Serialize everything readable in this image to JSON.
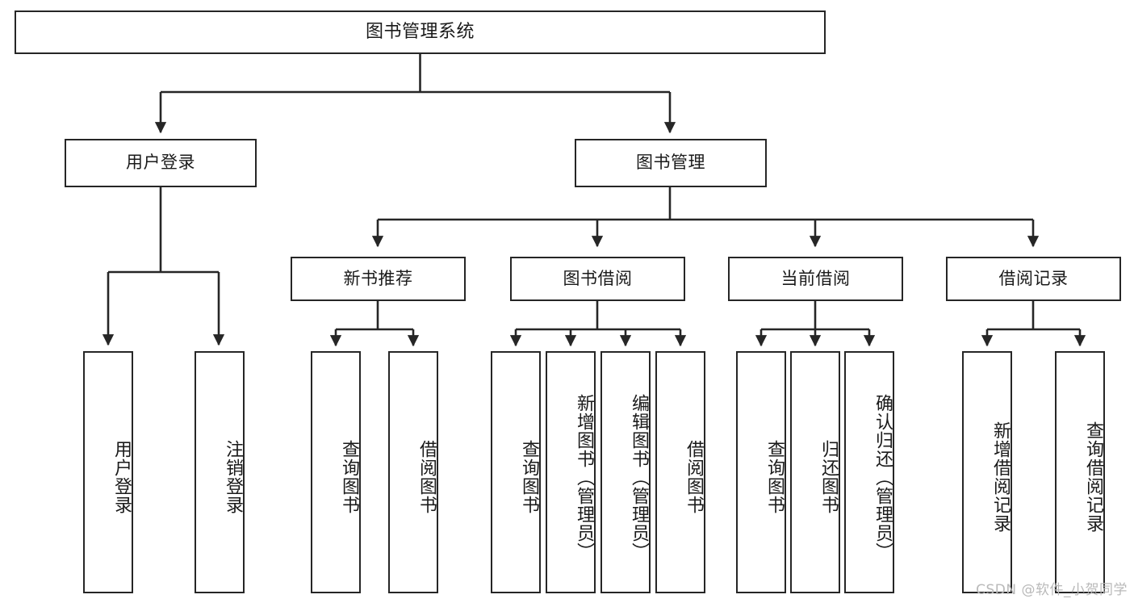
{
  "diagram": {
    "title": "图书管理系统",
    "type": "tree",
    "watermark": "CSDN @软件_小贺同学",
    "colors": {
      "stroke": "#262626",
      "fill": "#ffffff",
      "text": "#1a1a1a",
      "watermark": "#b9b9b9"
    },
    "root": {
      "label": "图书管理系统"
    },
    "level2": [
      {
        "id": "user-login",
        "label": "用户登录"
      },
      {
        "id": "book-manage",
        "label": "图书管理"
      }
    ],
    "level3": [
      {
        "id": "new-book-recommend",
        "label": "新书推荐"
      },
      {
        "id": "book-borrow",
        "label": "图书借阅"
      },
      {
        "id": "current-borrow",
        "label": "当前借阅"
      },
      {
        "id": "borrow-record",
        "label": "借阅记录"
      }
    ],
    "leaves": {
      "user_login": [
        {
          "id": "leaf-user-login",
          "label": "用户登录"
        },
        {
          "id": "leaf-logout",
          "label": "注销登录"
        }
      ],
      "new_book_recommend": [
        {
          "id": "leaf-query-book-1",
          "label": "查询图书"
        },
        {
          "id": "leaf-borrow-book-1",
          "label": "借阅图书"
        }
      ],
      "book_borrow": [
        {
          "id": "leaf-query-book-2",
          "label": "查询图书"
        },
        {
          "id": "leaf-add-book",
          "label": "新增图书（管理员）"
        },
        {
          "id": "leaf-edit-book",
          "label": "编辑图书（管理员）"
        },
        {
          "id": "leaf-borrow-book-2",
          "label": "借阅图书"
        }
      ],
      "current_borrow": [
        {
          "id": "leaf-query-book-3",
          "label": "查询图书"
        },
        {
          "id": "leaf-return-book",
          "label": "归还图书"
        },
        {
          "id": "leaf-confirm-return",
          "label": "确认归还（管理员）"
        }
      ],
      "borrow_record": [
        {
          "id": "leaf-add-record",
          "label": "新增借阅记录"
        },
        {
          "id": "leaf-query-record",
          "label": "查询借阅记录"
        }
      ]
    }
  }
}
